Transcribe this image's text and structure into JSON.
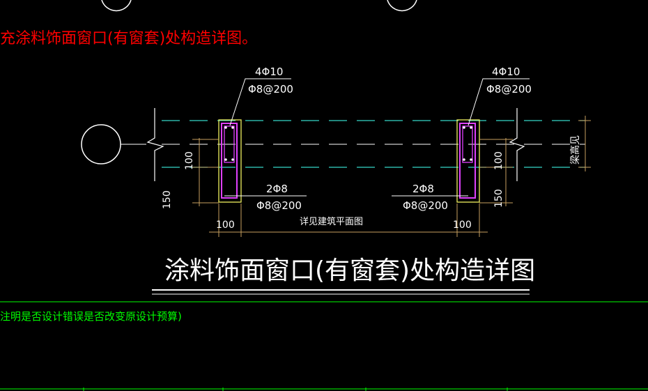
{
  "drawing": {
    "heading_note": "充涂料饰面窗口(有窗套)处构造详图。",
    "title": "涂料饰面窗口(有窗套)处构造详图",
    "bottom_note": "注明是否设计错误是否改变原设计预算)",
    "left_bar_label_top": "4Φ10",
    "left_bar_label_bottom": "Φ8@200",
    "right_bar_label_top": "4Φ10",
    "right_bar_label_bottom": "Φ8@200",
    "left_lower_label_top": "2Φ8",
    "left_lower_label_bottom": "Φ8@200",
    "right_lower_label_top": "2Φ8",
    "right_lower_label_bottom": "Φ8@200",
    "center_note": "详见建筑平面图",
    "dim_100_left_vertical": "100",
    "dim_150_left": "150",
    "dim_100_left_bottom": "100",
    "dim_100_right_vertical": "100",
    "dim_150_right": "150",
    "dim_100_right_bottom": "100",
    "beam_height_label": "梁高见"
  },
  "colors": {
    "background": "#000000",
    "red_text": "#ff0000",
    "white": "#ffffff",
    "cyan": "#35d6c8",
    "magenta": "#e040ff",
    "yellow": "#f0f060",
    "dim_tan": "#c8a060",
    "green": "#00ff00"
  }
}
